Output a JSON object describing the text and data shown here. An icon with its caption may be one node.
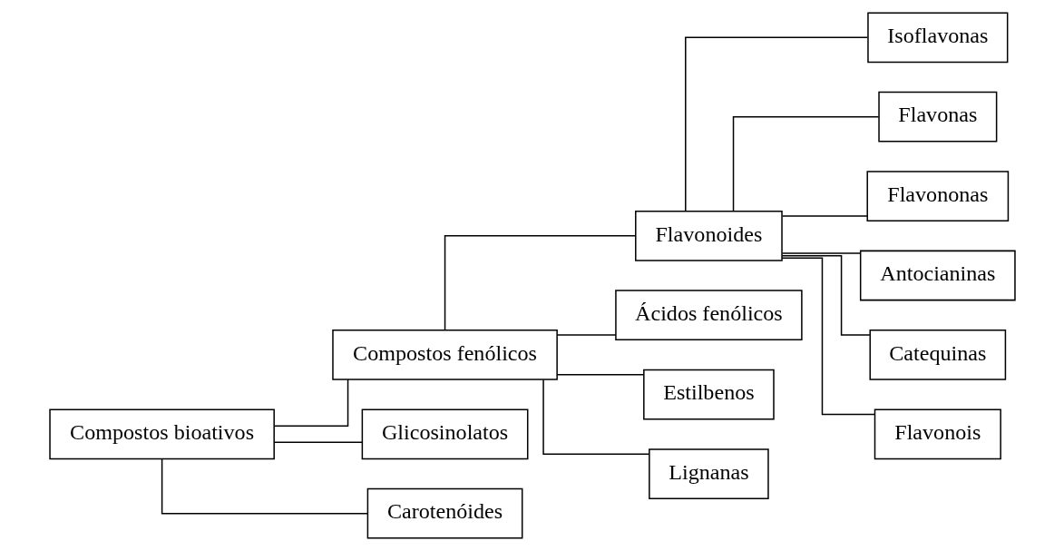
{
  "diagram": {
    "nodes": [
      {
        "text": [
          "Compostos bioativos"
        ]
      },
      {
        "text": [
          "Compostos fenólicos"
        ]
      },
      {
        "text": [
          "Glicosinolatos"
        ]
      },
      {
        "text": [
          "Carotenóides"
        ]
      },
      {
        "text": [
          "Flavonoides"
        ]
      },
      {
        "text": [
          "Ácidos fenólicos"
        ]
      },
      {
        "text": [
          "Estilbenos"
        ]
      },
      {
        "text": [
          "Lignanas"
        ]
      },
      {
        "text": [
          "Isoflavonas"
        ]
      },
      {
        "text": [
          "Flavonas"
        ]
      },
      {
        "text": [
          "Flavononas"
        ]
      },
      {
        "text": [
          "Antocianinas"
        ]
      },
      {
        "text": [
          "Catequinas"
        ]
      },
      {
        "text": [
          "Flavonois"
        ]
      }
    ],
    "edges": [
      {
        "from": 0,
        "to": 1,
        "arrow": "none"
      },
      {
        "from": 0,
        "to": 2,
        "arrow": "none"
      },
      {
        "from": 0,
        "to": 3,
        "arrow": "none"
      },
      {
        "from": 1,
        "to": 4,
        "arrow": "none"
      },
      {
        "from": 1,
        "to": 5,
        "arrow": "none"
      },
      {
        "from": 1,
        "to": 6,
        "arrow": "none"
      },
      {
        "from": 1,
        "to": 7,
        "arrow": "none"
      },
      {
        "from": 4,
        "to": 8,
        "arrow": "none"
      },
      {
        "from": 4,
        "to": 9,
        "arrow": "none"
      },
      {
        "from": 4,
        "to": 10,
        "arrow": "none"
      },
      {
        "from": 4,
        "to": 11,
        "arrow": "none"
      },
      {
        "from": 4,
        "to": 12,
        "arrow": "none"
      },
      {
        "from": 4,
        "to": 13,
        "arrow": "none"
      }
    ]
  }
}
